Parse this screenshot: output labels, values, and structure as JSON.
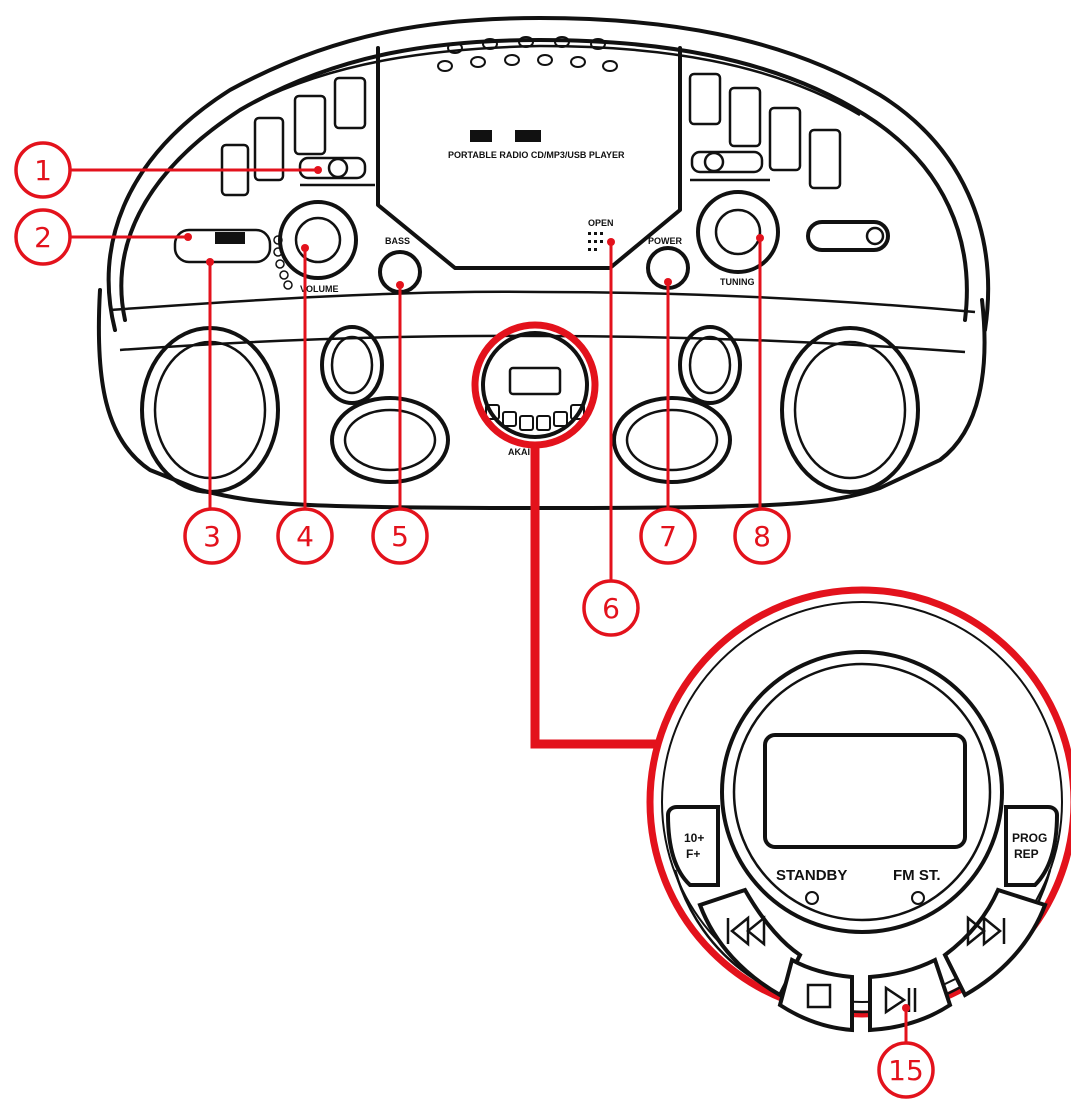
{
  "callouts": [
    {
      "id": "1",
      "label": "1"
    },
    {
      "id": "2",
      "label": "2"
    },
    {
      "id": "3",
      "label": "3"
    },
    {
      "id": "4",
      "label": "4"
    },
    {
      "id": "5",
      "label": "5"
    },
    {
      "id": "6",
      "label": "6"
    },
    {
      "id": "7",
      "label": "7"
    },
    {
      "id": "8",
      "label": "8"
    },
    {
      "id": "15",
      "label": "15"
    }
  ],
  "device": {
    "product_line": "PORTABLE RADIO CD/MP3/USB PLAYER",
    "open_label": "OPEN",
    "bass_label": "BASS",
    "power_label": "POWER",
    "volume_label": "VOLUME",
    "tuning_label": "TUNING",
    "brand": "AKAI"
  },
  "zoom_panel": {
    "standby_label": "STANDBY",
    "fm_st_label": "FM ST.",
    "btn_plus10_line1": "10+",
    "btn_plus10_line2": "F+",
    "btn_prog_line1": "PROG",
    "btn_prog_line2": "REP",
    "icon_prev": "skip-back-icon",
    "icon_stop": "stop-icon",
    "icon_play": "play-pause-icon",
    "icon_next": "skip-forward-icon"
  },
  "colors": {
    "accent": "#e3121c",
    "line": "#111111"
  }
}
